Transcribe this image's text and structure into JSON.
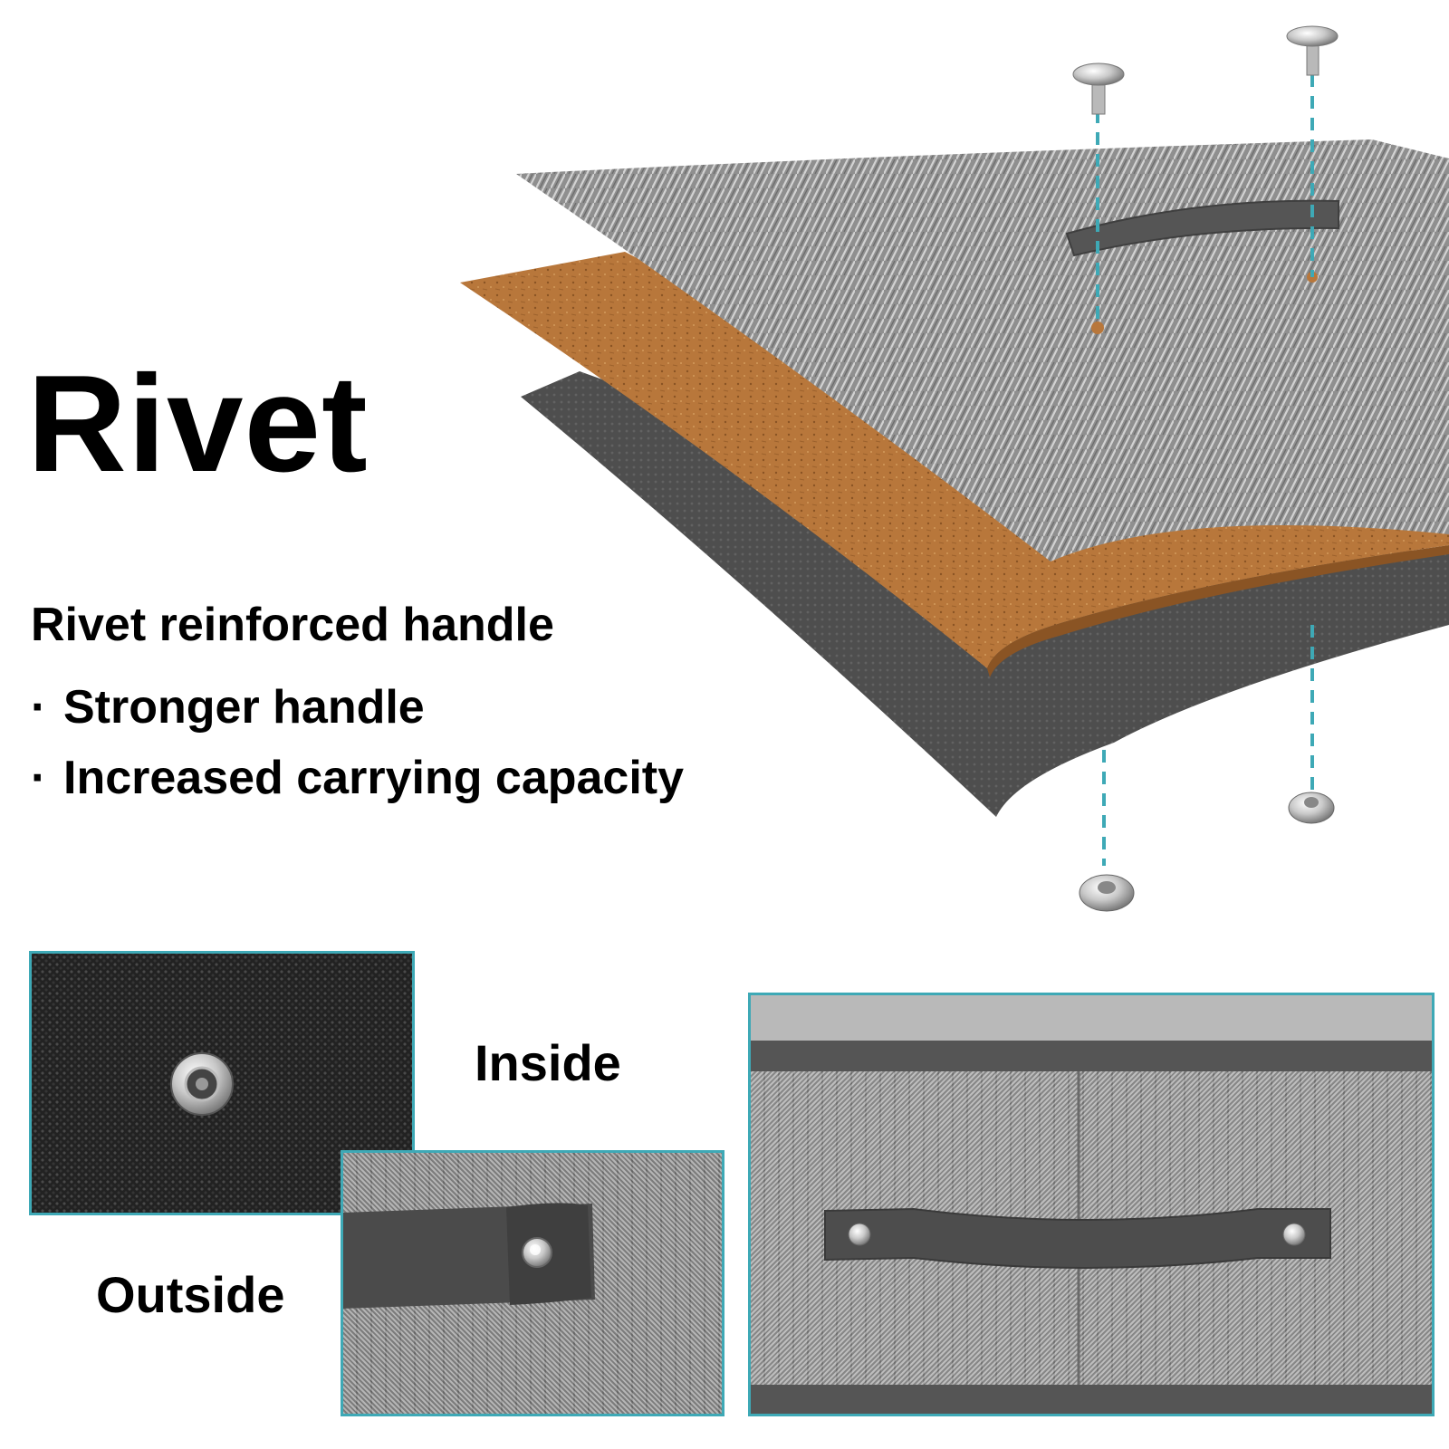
{
  "headline": "Rivet",
  "subtitle": "Rivet reinforced handle",
  "bullets": [
    {
      "marker": "·",
      "text": "Stronger handle"
    },
    {
      "marker": "·",
      "text": "Increased carrying capacity"
    }
  ],
  "labels": {
    "inside": "Inside",
    "outside": "Outside"
  },
  "colors": {
    "accent": "#3ea9b6",
    "fabric_gray": "#8d8d8d",
    "board_brown": "#b8773b",
    "lining_dark": "#4a4a4a"
  },
  "icons": {
    "rivet_cap": "rivet-cap-icon",
    "rivet_base": "rivet-base-icon"
  }
}
